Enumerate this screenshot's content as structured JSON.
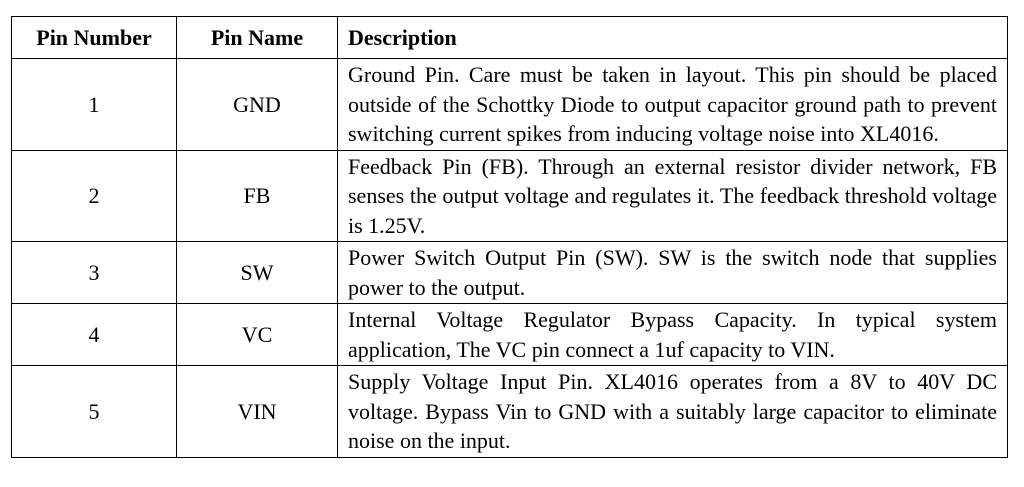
{
  "table": {
    "headers": {
      "pin_number": "Pin Number",
      "pin_name": "Pin Name",
      "description": "Description"
    },
    "rows": [
      {
        "number": "1",
        "name": "GND",
        "description": "Ground Pin. Care must be taken in layout. This pin should be placed outside of the Schottky Diode to output capacitor ground path to prevent switching current spikes from inducing voltage noise into XL4016."
      },
      {
        "number": "2",
        "name": "FB",
        "description": "Feedback Pin (FB). Through an external resistor divider network, FB senses the output voltage and regulates it. The feedback threshold voltage is 1.25V."
      },
      {
        "number": "3",
        "name": "SW",
        "description": "Power Switch Output Pin (SW). SW is the switch node that supplies power to the output."
      },
      {
        "number": "4",
        "name": "VC",
        "description": "Internal Voltage Regulator Bypass Capacity. In typical system application, The VC pin connect a 1uf capacity to VIN."
      },
      {
        "number": "5",
        "name": "VIN",
        "description": "Supply Voltage Input Pin. XL4016 operates from a 8V to 40V DC voltage. Bypass Vin to GND with a suitably large capacitor to eliminate noise on the input."
      }
    ]
  }
}
